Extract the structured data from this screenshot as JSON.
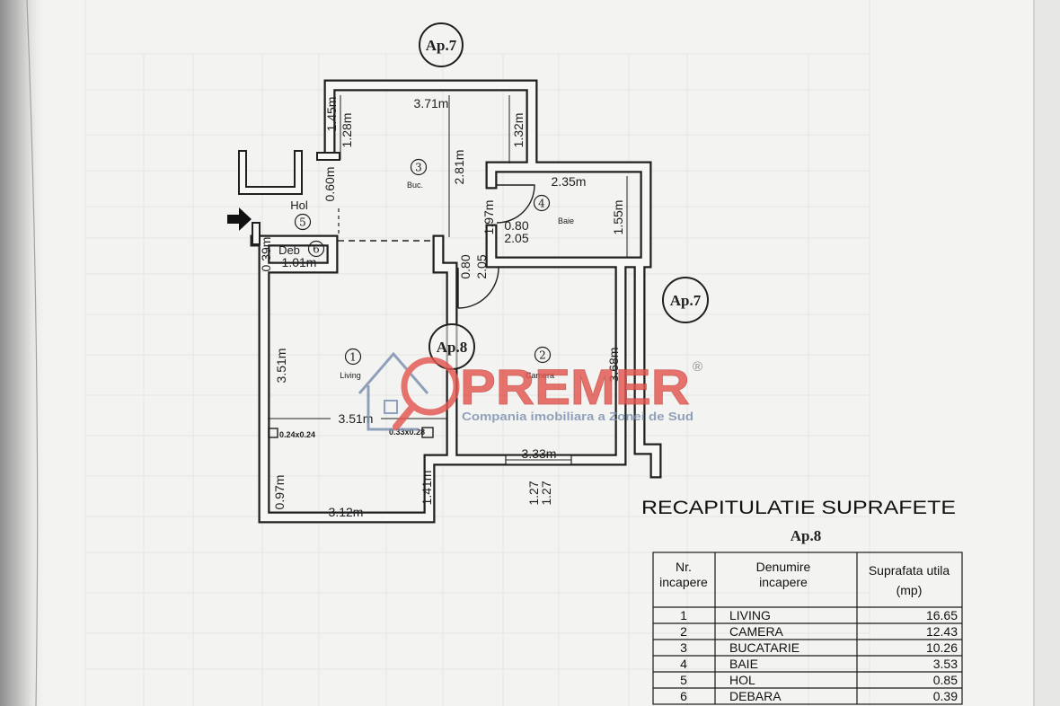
{
  "plan": {
    "neighbors": [
      "Ap.7",
      "Ap.7"
    ],
    "unit_label": "Ap.8",
    "rooms": [
      {
        "nr": "1",
        "label": "Living"
      },
      {
        "nr": "2",
        "label": "Camera"
      },
      {
        "nr": "3",
        "label": "Buc."
      },
      {
        "nr": "4",
        "label": "Baie"
      },
      {
        "nr": "5",
        "label": "Hol"
      },
      {
        "nr": "6",
        "label": "Deb"
      }
    ],
    "dimensions": {
      "kitchen_top": "3.71m",
      "hall_outer_height": "1.45m",
      "hall_inner_height": "1.28m",
      "kitchen_right_segment": "1.32m",
      "kitchen_depth": "2.81m",
      "hall_width": "0.60m",
      "bath_width": "2.35m",
      "bath_depth": "1.55m",
      "bath_left": "1.97m",
      "bath_door_width": "0.80",
      "bath_door_height": "2.05",
      "room_door_width": "0.80",
      "room_door_height": "2.05",
      "storage_depth": "0.39m",
      "storage_width": "1.01m",
      "living_depth": "3.51m",
      "living_width": "3.51m",
      "bedroom_depth": "3.68m",
      "bedroom_width": "3.33m",
      "balcony_depth": "0.97m",
      "balcony_width": "3.12m",
      "balcony_right": "1.41m",
      "window_width": "1.27",
      "window_height": "1.27",
      "column_left": "0.24x0.24",
      "column_right": "0.33x0.28"
    }
  },
  "logo": {
    "brand": "PREMER",
    "registered": "®",
    "tagline": "Compania imobiliara a Zonei de Sud"
  },
  "summary": {
    "title": "RECAPITULATIE SUPRAFETE",
    "unit": "Ap.8",
    "headers": {
      "nr": [
        "Nr.",
        "incapere"
      ],
      "name": [
        "Denumire",
        "incapere"
      ],
      "area": [
        "Suprafata utila",
        "(mp)"
      ]
    },
    "rows": [
      {
        "nr": "1",
        "name": "LIVING",
        "area": "16.65"
      },
      {
        "nr": "2",
        "name": "CAMERA",
        "area": "12.43"
      },
      {
        "nr": "3",
        "name": "BUCATARIE",
        "area": "10.26"
      },
      {
        "nr": "4",
        "name": "BAIE",
        "area": "3.53"
      },
      {
        "nr": "5",
        "name": "HOL",
        "area": "0.85"
      },
      {
        "nr": "6",
        "name": "DEBARA",
        "area": "0.39"
      }
    ]
  },
  "icons": {
    "entry_arrow": "arrow-right-icon",
    "logo_mark": "house-magnifier-icon"
  },
  "colors": {
    "ink": "#202020",
    "paper": "#f3f3f1",
    "logo_red": "#e2564f",
    "logo_blue": "#7b8fae"
  }
}
